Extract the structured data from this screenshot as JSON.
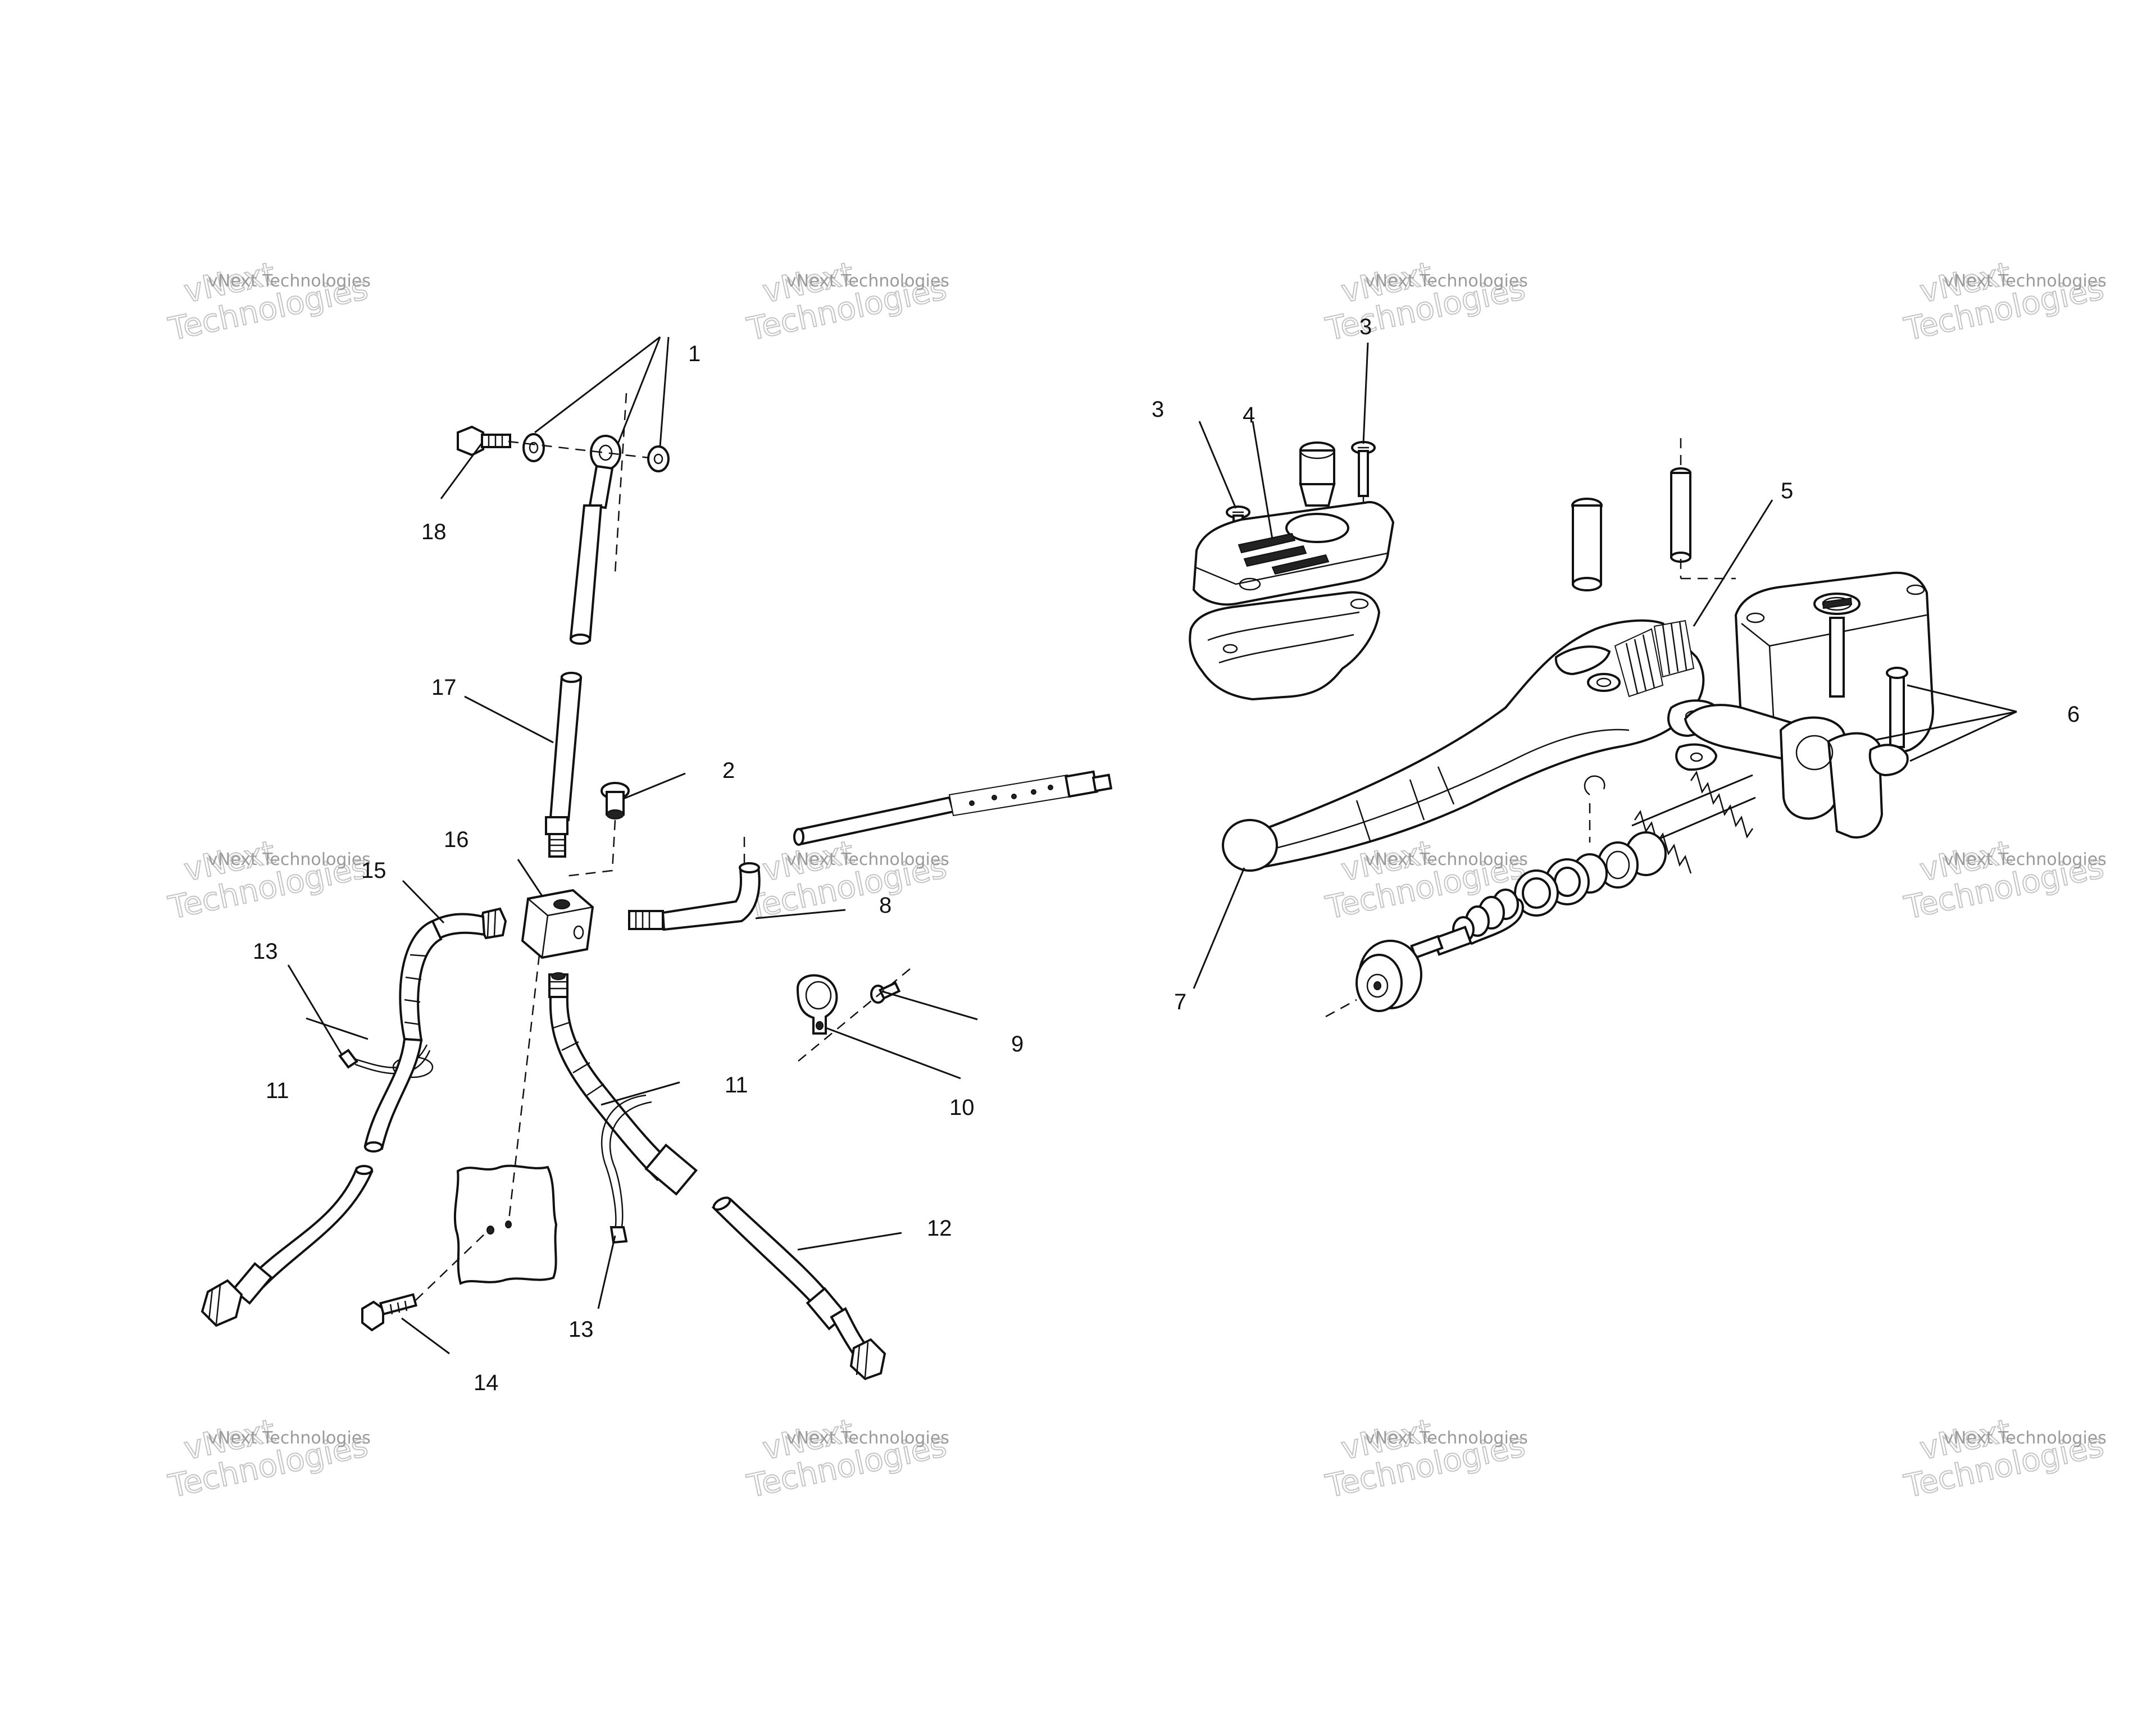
{
  "watermark": {
    "line1": "vNext Technologies",
    "line2": "vNext",
    "line3": "Technologies"
  },
  "callouts": {
    "c1": "1",
    "c2": "2",
    "c3a": "3",
    "c3b": "3",
    "c4": "4",
    "c5": "5",
    "c6": "6",
    "c7": "7",
    "c8": "8",
    "c9": "9",
    "c10": "10",
    "c11a": "11",
    "c11b": "11",
    "c12": "12",
    "c13a": "13",
    "c13b": "13",
    "c14": "14",
    "c15": "15",
    "c16": "16",
    "c17": "17",
    "c18": "18"
  }
}
